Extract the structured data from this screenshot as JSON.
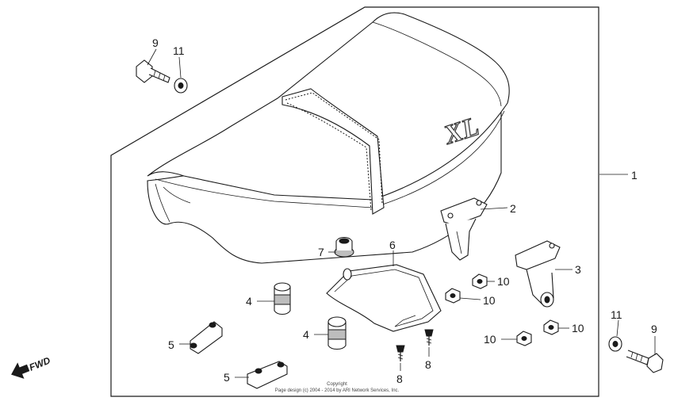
{
  "diagram": {
    "seat_badge": "XL",
    "fwd_label": "FWD",
    "copyright_line1": "Copyright",
    "copyright_line2": "Page design (c) 2004 - 2014 by ARI Network Services, Inc.",
    "callouts": [
      "1",
      "2",
      "3",
      "4",
      "4",
      "5",
      "5",
      "6",
      "7",
      "8",
      "8",
      "9",
      "9",
      "10",
      "10",
      "10",
      "10",
      "11",
      "11"
    ]
  }
}
